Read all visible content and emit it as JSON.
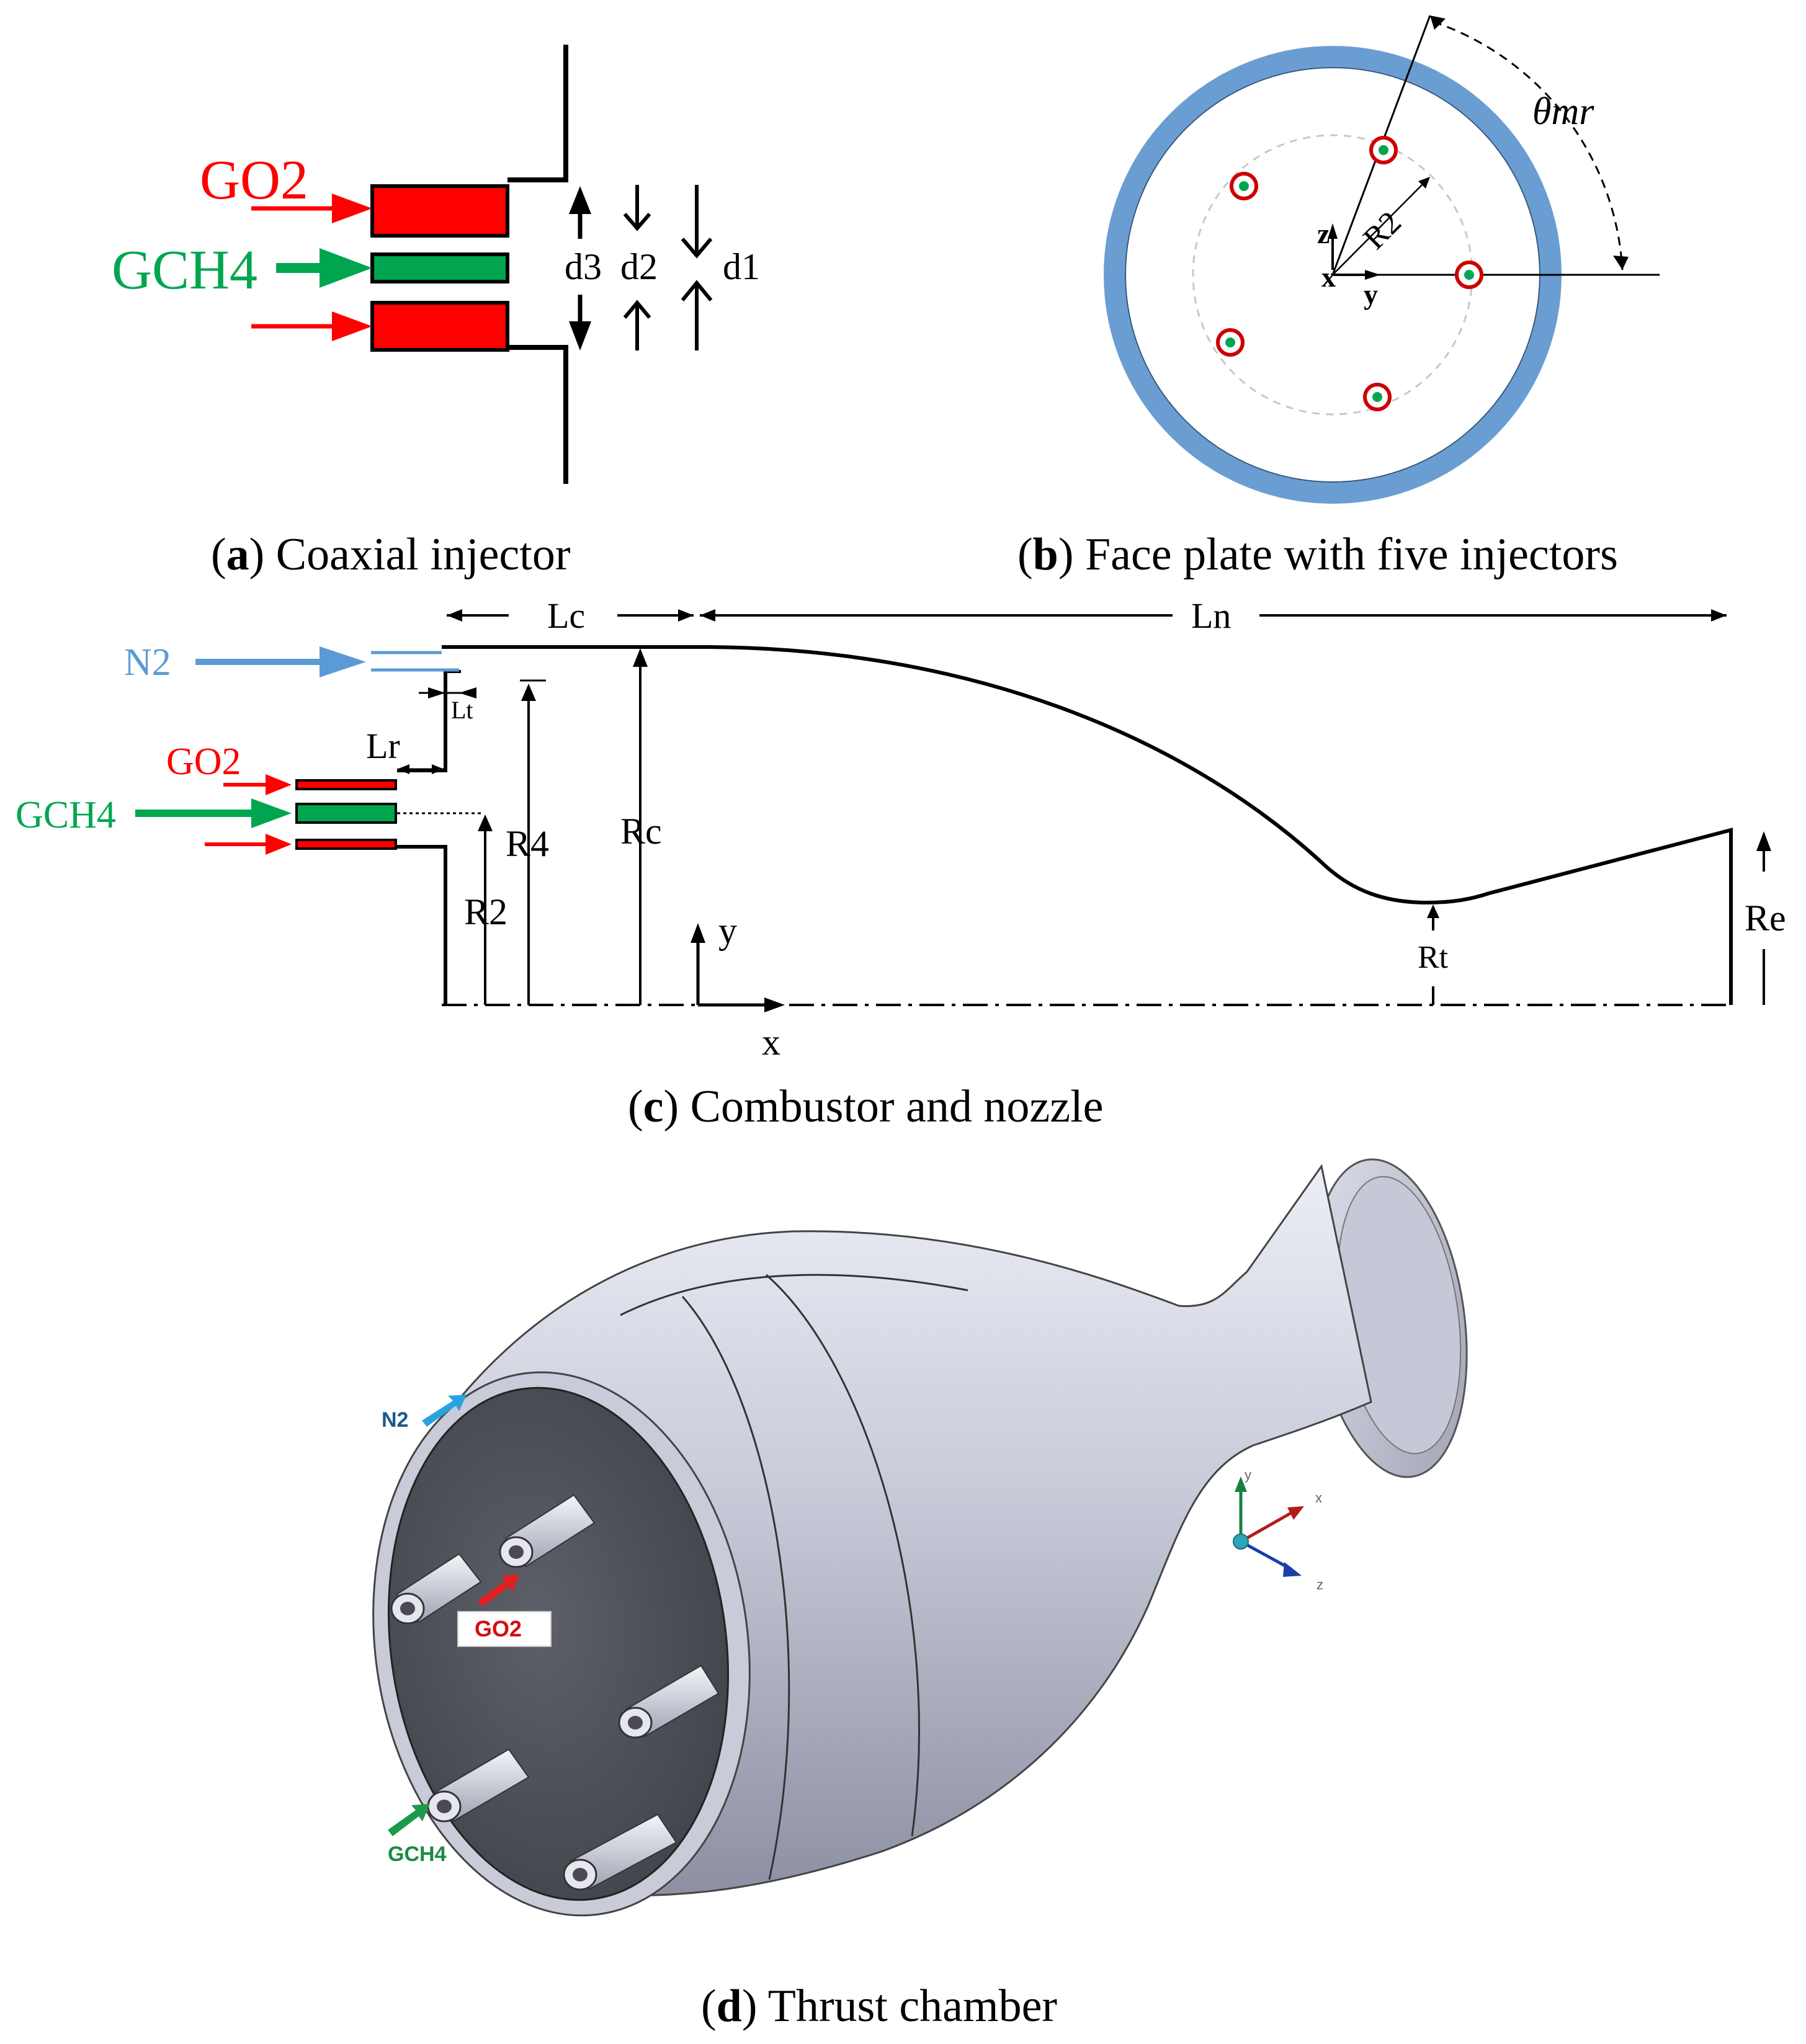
{
  "panel_a": {
    "caption_letter": "a",
    "caption_text": ") Coaxial injector",
    "labels": {
      "go2": "GO2",
      "gch4": "GCH4",
      "d3": "d3",
      "d2": "d2",
      "d1": "d1"
    }
  },
  "panel_b": {
    "caption_letter": "b",
    "caption_text": ") Face plate with five injectors",
    "labels": {
      "theta": "θmr",
      "r2": "R2",
      "z": "z",
      "x": "x",
      "y": "y"
    }
  },
  "panel_c": {
    "caption_letter": "c",
    "caption_text": ") Combustor and nozzle",
    "labels": {
      "n2": "N2",
      "go2": "GO2",
      "gch4": "GCH4",
      "lc": "Lc",
      "ln": "Ln",
      "lt": "Lt",
      "lr": "Lr",
      "r4": "R4",
      "r2": "R2",
      "rc": "Rc",
      "rt": "Rt",
      "re": "Re",
      "x": "x",
      "y": "y"
    }
  },
  "panel_d": {
    "caption_letter": "d",
    "caption_text": ") Thrust chamber",
    "labels": {
      "n2": "N2",
      "go2": "GO2",
      "gch4": "GCH4",
      "ax_x": "x",
      "ax_y": "y",
      "ax_z": "z"
    }
  },
  "colors": {
    "oxidizer": "#ff0000",
    "fuel": "#00a64f",
    "nitrogen": "#5b9bd5",
    "wall_ring": "#6a9ed3",
    "line": "#000000"
  }
}
